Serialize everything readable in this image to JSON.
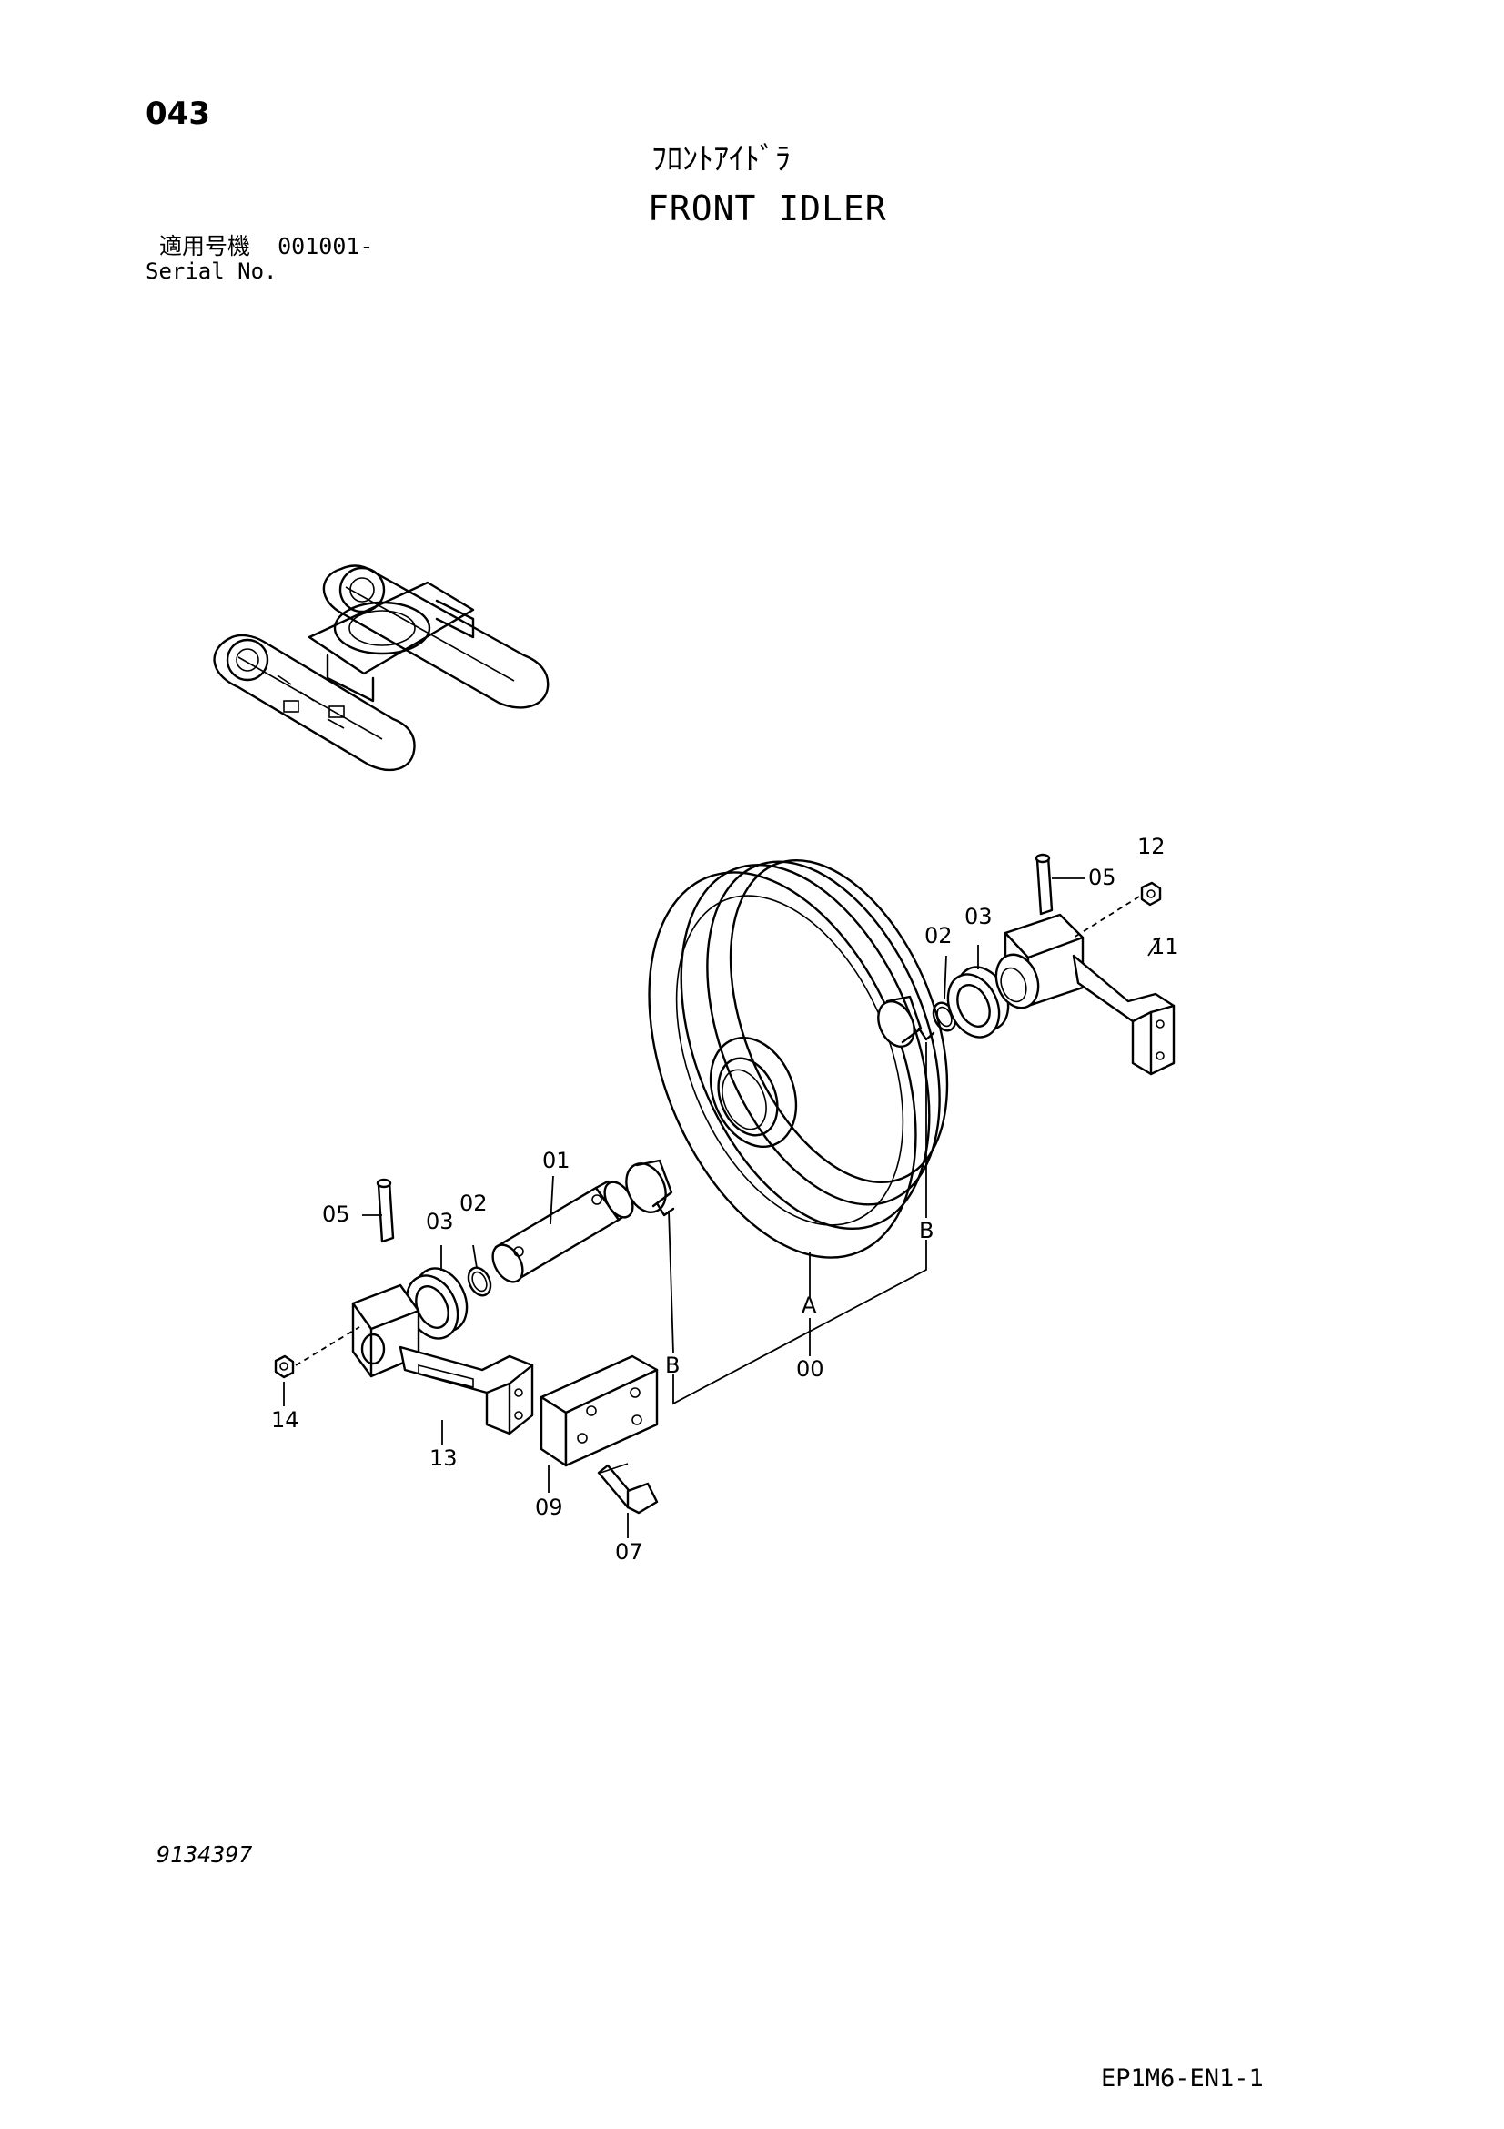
{
  "header": {
    "page_number": "043",
    "title_jp": "ﾌﾛﾝﾄｱｲﾄﾞﾗ",
    "title_en": "FRONT IDLER",
    "serial_label_jp": "適用号機",
    "serial_value": "001001-",
    "serial_label_en": "Serial No."
  },
  "diagram": {
    "callouts": {
      "p00": "00",
      "p01": "01",
      "p02_left": "02",
      "p02_right": "02",
      "p03_left": "03",
      "p03_right": "03",
      "p05_left": "05",
      "p05_right": "05",
      "p07": "07",
      "p09": "09",
      "p11": "11",
      "p12": "12",
      "p13": "13",
      "p14": "14",
      "ref_a": "A",
      "ref_b_left": "B",
      "ref_b_right": "B"
    }
  },
  "footer": {
    "document_number": "9134397",
    "figure_code": "EP1M6-EN1-1"
  }
}
